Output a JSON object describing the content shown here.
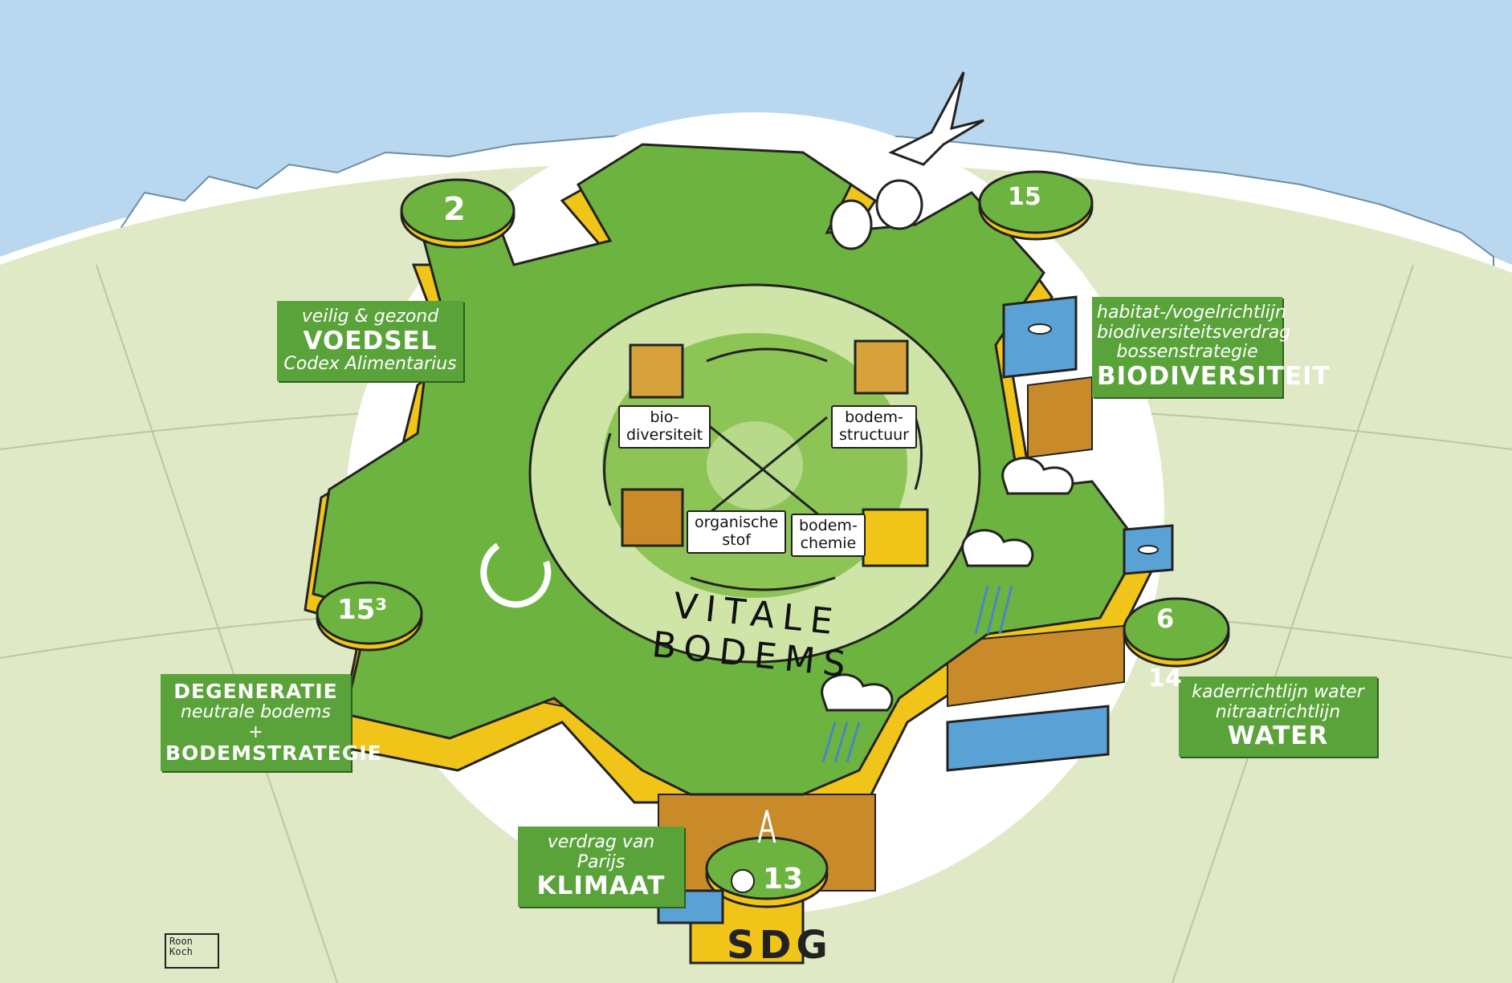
{
  "center_title": "VITALE BODEMS",
  "cycle": {
    "biodiversity": [
      "bio-",
      "diversiteit"
    ],
    "structure": [
      "bodem-",
      "structuur"
    ],
    "organic": [
      "organische",
      "stof"
    ],
    "chemistry": [
      "bodem-",
      "chemie"
    ]
  },
  "labels": {
    "food": {
      "lines": [
        "veilig & gezond",
        "VOEDSEL",
        "Codex Alimentarius"
      ]
    },
    "biodiversity": {
      "lines": [
        "habitat-/vogelrichtlijn",
        "biodiversiteitsverdrag",
        "bossenstrategie",
        "BIODIVERSITEIT"
      ]
    },
    "degradation": {
      "lines": [
        "DEGENERATIE",
        "neutrale bodems",
        "+",
        "BODEMSTRATEGIE"
      ]
    },
    "water": {
      "lines": [
        "kaderrichtlijn water",
        "nitraatrichtlijn",
        "WATER"
      ]
    },
    "climate": {
      "lines": [
        "verdrag van Parijs",
        "KLIMAAT"
      ]
    }
  },
  "sdg": {
    "base": "SDG",
    "goal_2": "2",
    "goal_15_top": "15",
    "goal_15_3": "15³",
    "goal_6": "6",
    "goal_14": "14",
    "goal_13": "13"
  },
  "signature": "Roon Koch",
  "colors": {
    "sky": "#b9d7ee",
    "field": "#dfe9c6",
    "gear_green": "#6db33f",
    "gear_side": "#f0c419",
    "soil": "#c98a2a",
    "label_green": "#5aa33a",
    "inner_light": "#cfe5a8"
  },
  "icons": [
    "bird-icon",
    "cloud-icon",
    "rain-icon",
    "cycle-arrow-icon",
    "eiffel-tower-icon",
    "globe-icon",
    "fish-icon",
    "tree-icon",
    "cow-icon"
  ]
}
